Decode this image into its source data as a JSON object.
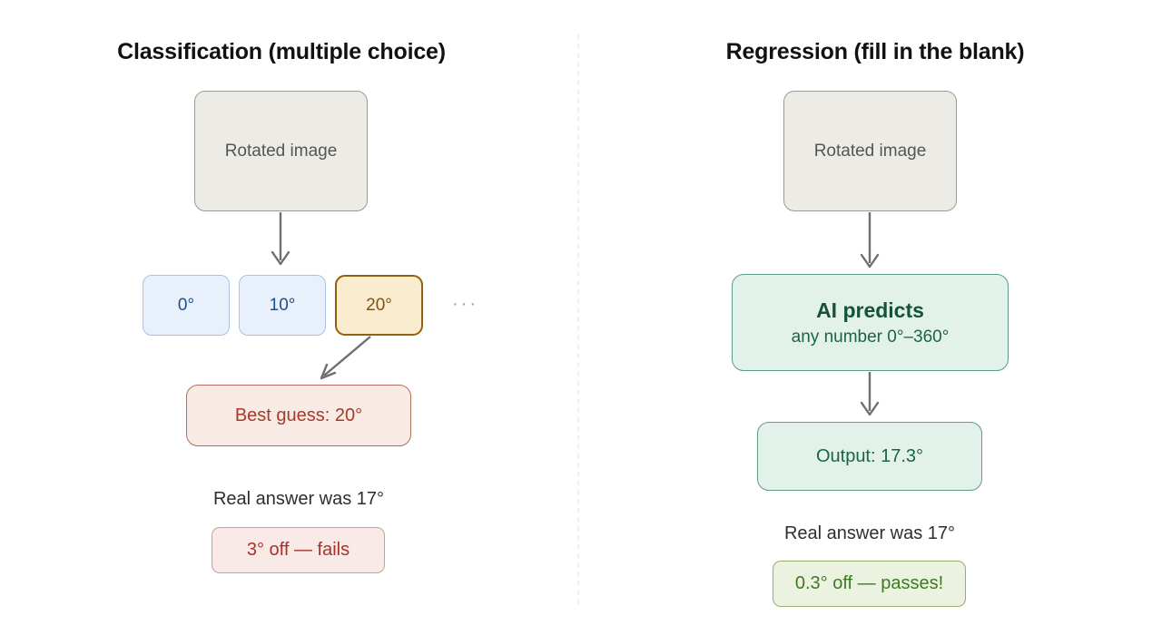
{
  "panels": [
    {
      "title": "Classification (multiple choice)",
      "source_label": "Rotated image",
      "options": [
        {
          "label": "0°",
          "state": "unselected"
        },
        {
          "label": "10°",
          "state": "unselected"
        },
        {
          "label": "20°",
          "state": "selected"
        }
      ],
      "options_overflow": "···",
      "result_label": "Best guess: 20°",
      "ground_truth": "Real answer was 17°",
      "verdict": "3° off — fails",
      "verdict_state": "fail"
    },
    {
      "title": "Regression (fill in the blank)",
      "source_label": "Rotated image",
      "predict_title": "AI predicts",
      "predict_subtitle": "any number 0°–360°",
      "result_label": "Output: 17.3°",
      "ground_truth": "Real answer was 17°",
      "verdict": "0.3° off — passes!",
      "verdict_state": "pass"
    }
  ],
  "colors": {
    "background": "#ffffff",
    "divider": "#f0f0f0",
    "title_text": "#121212",
    "source_fill": "#edebe5",
    "source_border": "#9a9a93",
    "source_text": "#555553",
    "option_fill": "#e8f0fb",
    "option_border": "#a6c2e6",
    "option_text": "#1d4f8f",
    "option_selected_fill": "#faeccf",
    "option_selected_border": "#92600f",
    "option_selected_text": "#7d5310",
    "guess_fill": "#f8eae4",
    "guess_border": "#b4705c",
    "guess_text": "#a8392a",
    "predict_fill": "#e2f2ea",
    "predict_border": "#5f9c84",
    "predict_text": "#14523b",
    "fail_fill": "#f9e9e7",
    "fail_border": "#d09d98",
    "fail_text": "#a8322b",
    "pass_fill": "#ebf2df",
    "pass_border": "#9aad72",
    "pass_text": "#3e7a22",
    "arrow": "#6f6f6f",
    "arrow_selected": "#6f6f6f"
  }
}
